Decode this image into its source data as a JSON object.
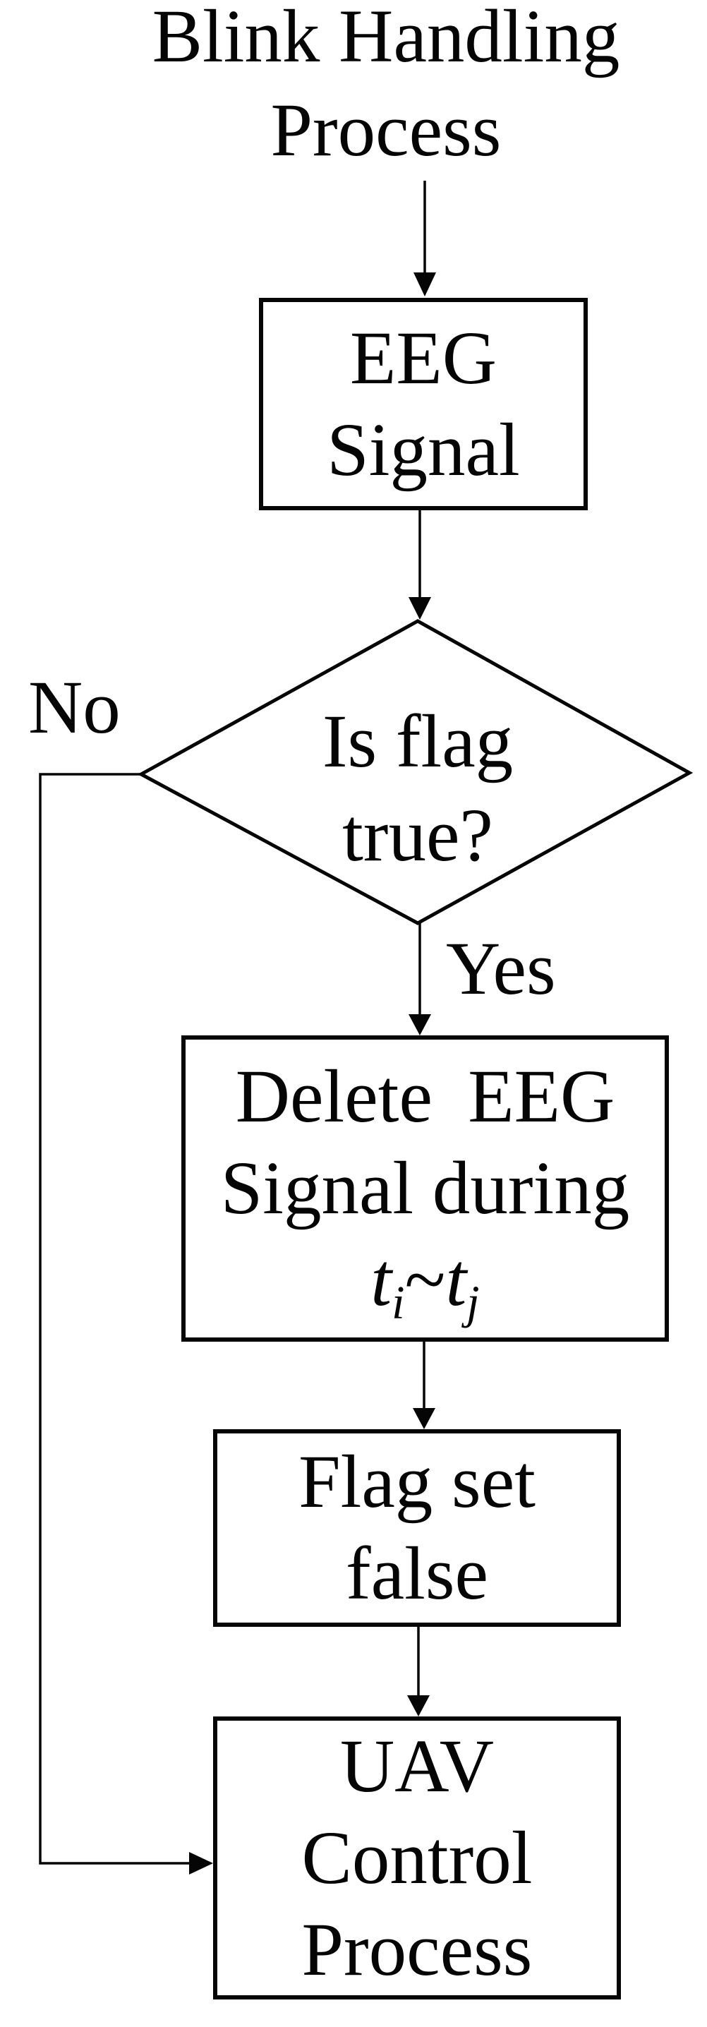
{
  "title": {
    "line1": "Blink Handling",
    "line2": "Process"
  },
  "nodes": {
    "eeg_signal": {
      "line1": "EEG",
      "line2": "Signal"
    },
    "decision": {
      "line1": "Is flag",
      "line2": "true?"
    },
    "delete_eeg": {
      "line1": "Delete EEG",
      "line2": "Signal during",
      "math": {
        "base1": "t",
        "sub1": "i",
        "op": "~",
        "base2": "t",
        "sub2": "j"
      }
    },
    "flag_set": {
      "line1": "Flag set",
      "line2": "false"
    },
    "uav_control": {
      "line1": "UAV",
      "line2": "Control",
      "line3": "Process"
    }
  },
  "edges": {
    "yes_label": "Yes",
    "no_label": "No"
  },
  "colors": {
    "ink": "#050505",
    "background": "#ffffff"
  }
}
